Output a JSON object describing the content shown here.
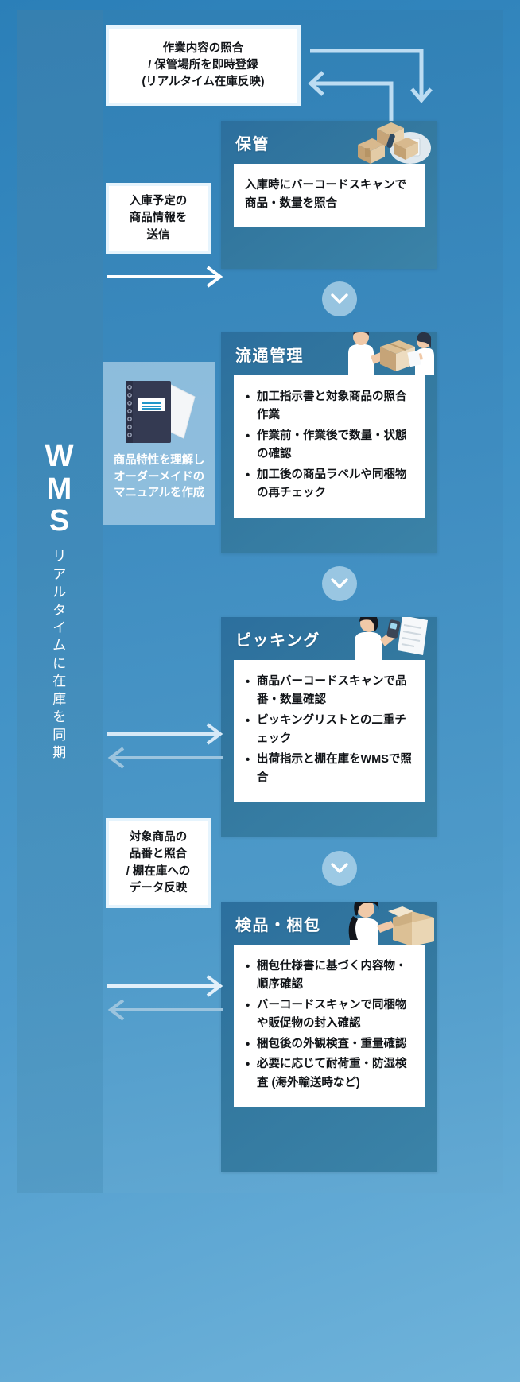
{
  "wms": {
    "title_chars": [
      "W",
      "M",
      "S"
    ],
    "subtitle_lines": [
      "リ",
      "ア",
      "ル",
      "タ",
      "イ",
      "ム",
      "に",
      "在",
      "庫",
      "を",
      "同",
      "期"
    ]
  },
  "top_callout": {
    "lines": [
      "作業内容の照合",
      "/ 保管場所を即時登録",
      "(リアルタイム在庫反映)"
    ]
  },
  "callouts": [
    {
      "name": "inbound-info",
      "lines": [
        "入庫予定の",
        "商品情報を",
        "送信"
      ]
    },
    {
      "name": "match-data",
      "lines": [
        "対象商品の",
        "品番と照合",
        "/ 棚在庫への",
        "データ反映"
      ]
    }
  ],
  "manual_panel": {
    "icon": "notebook-icon",
    "lines": [
      "商品特性を理解し",
      "オーダーメイドの",
      "マニュアルを作成"
    ]
  },
  "sections": [
    {
      "id": "storage",
      "title": "保管",
      "art": "boxes-scanner-icon",
      "type": "paragraph",
      "paragraph": "入庫時にバーコードスキャンで商品・数量を照合"
    },
    {
      "id": "distribution",
      "title": "流通管理",
      "art": "workers-package-icon",
      "type": "bullets",
      "bullets": [
        "加工指示書と対象商品の照合作業",
        "作業前・作業後で数量・状態の確認",
        "加工後の商品ラベルや同梱物の再チェック"
      ]
    },
    {
      "id": "picking",
      "title": "ピッキング",
      "art": "worker-handheld-scanner-icon",
      "type": "bullets",
      "bullets": [
        "商品バーコードスキャンで品番・数量確認",
        "ピッキングリストとの二重チェック",
        "出荷指示と棚在庫をWMSで照合"
      ]
    },
    {
      "id": "inspection",
      "title": "検品・梱包",
      "art": "worker-packing-box-icon",
      "type": "bullets",
      "bullets": [
        "梱包仕様書に基づく内容物・順序確認",
        "バーコードスキャンで同梱物や販促物の封入確認",
        "梱包後の外観検査・重量確認",
        "必要に応じて耐荷重・防湿検査 (海外輸送時など)"
      ]
    }
  ],
  "connectors": {
    "chevron_icon": "chevron-down-icon",
    "count": 3
  },
  "colors": {
    "background_top": "#2b7fb8",
    "background_bottom": "#6fb3da",
    "card": "#2f7ba4",
    "callout_fill": "#ffffff",
    "arrow_light": "#bcdcf2",
    "arrow_white": "#ffffff",
    "chevron_circle": "#bbdbee"
  }
}
